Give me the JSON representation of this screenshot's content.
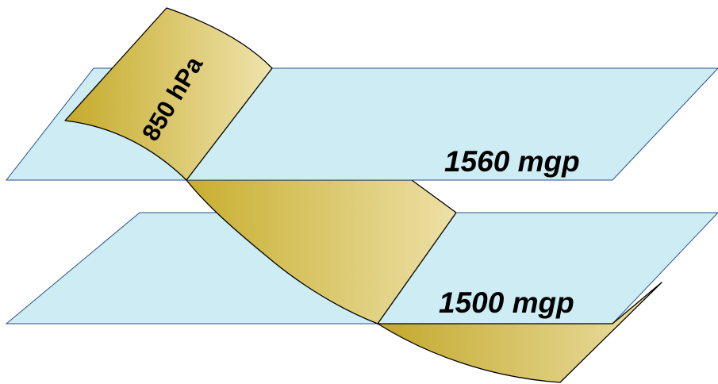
{
  "diagram": {
    "pressure_surface_label": "850 hPa",
    "upper_level_label": "1560 mgp",
    "lower_level_label": "1500 mgp"
  },
  "colors": {
    "plane_fill": "#cdecf4",
    "plane_edge": "#2a4f8a",
    "surface_dark": "#c9b02e",
    "surface_light": "#ede0a4",
    "outline": "#000000"
  }
}
